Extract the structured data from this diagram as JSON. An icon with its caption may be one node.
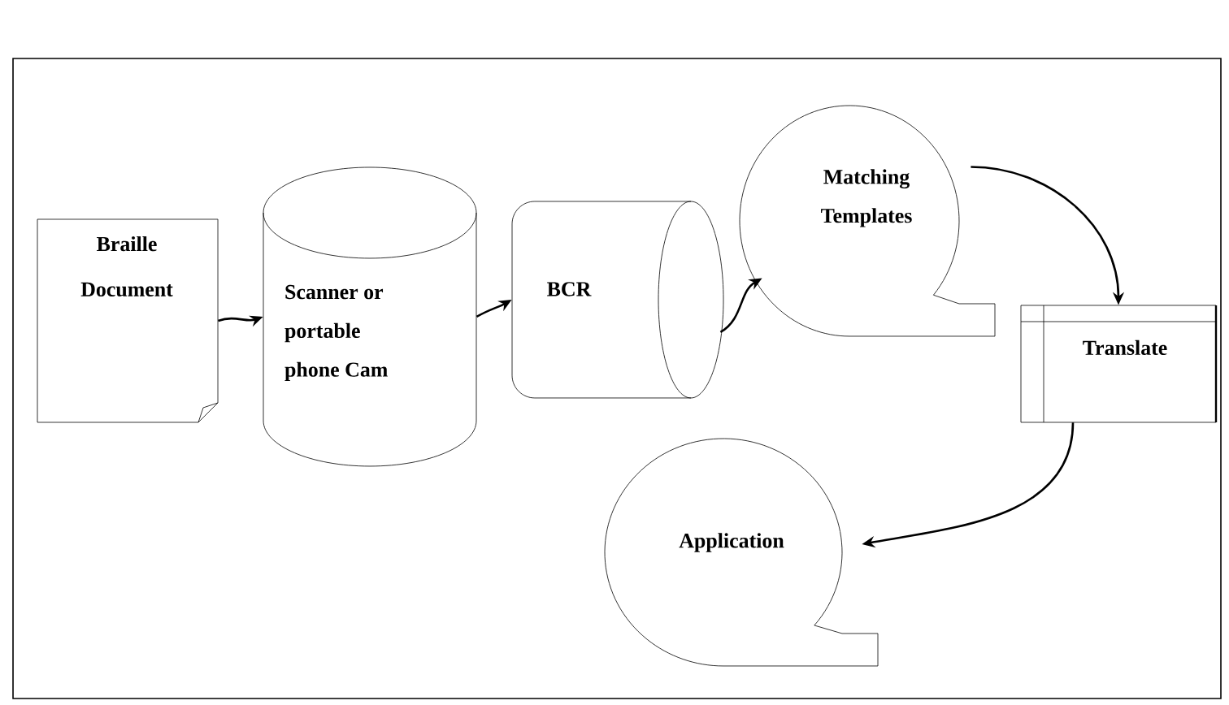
{
  "diagram": {
    "nodes": [
      {
        "text": [
          "Braille Document"
        ]
      },
      {
        "text": [
          "Scanner or portable phone Cam"
        ]
      },
      {
        "text": [
          "BCR"
        ]
      },
      {
        "text": [
          "Matching Templates"
        ]
      },
      {
        "text": [
          "Translate"
        ]
      },
      {
        "text": [
          "Application"
        ]
      }
    ],
    "edges": [
      {
        "from": 0,
        "to": 1,
        "arrow": "to"
      },
      {
        "from": 1,
        "to": 2,
        "arrow": "to"
      },
      {
        "from": 2,
        "to": 3,
        "arrow": "to"
      },
      {
        "from": 3,
        "to": 4,
        "arrow": "to"
      },
      {
        "from": 4,
        "to": 5,
        "arrow": "to"
      }
    ]
  }
}
